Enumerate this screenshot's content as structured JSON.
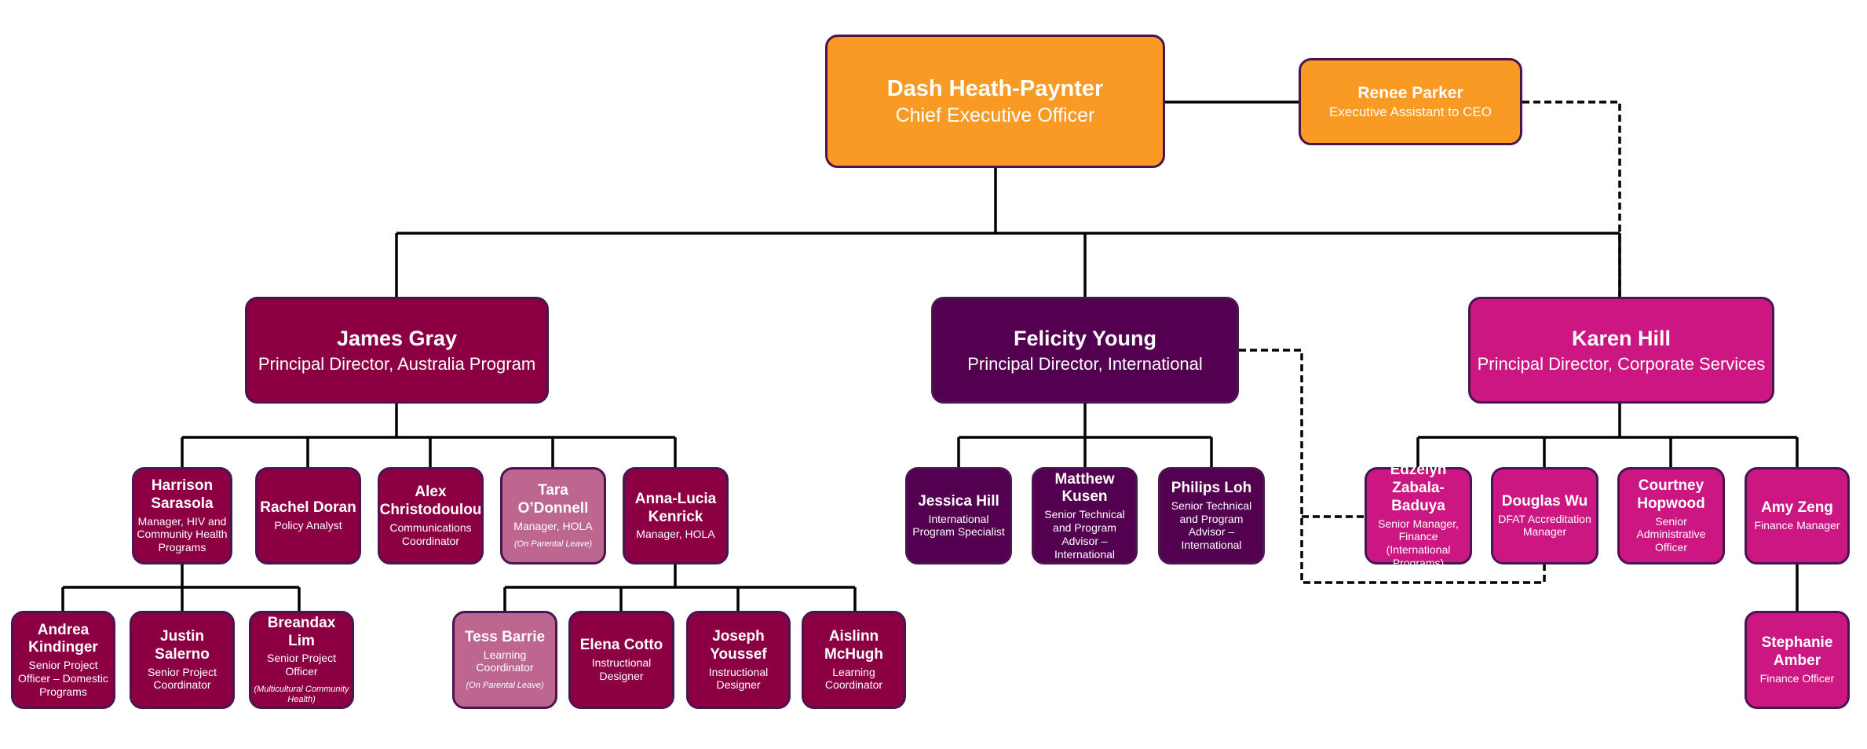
{
  "colors": {
    "ceo": "#f99a25",
    "australia": "#8c0043",
    "on_leave": "#bc6690",
    "international": "#52004f",
    "corporate": "#cc1682",
    "border": "#4a1450"
  },
  "nodes": [
    {
      "id": "ceo",
      "name": "Dash Heath-Paynter",
      "title": "Chief Executive Officer"
    },
    {
      "id": "ea",
      "name": "Renee Parker",
      "title": "Executive Assistant to CEO"
    },
    {
      "id": "james",
      "name": "James Gray",
      "title": "Principal Director, Australia Program"
    },
    {
      "id": "felicity",
      "name": "Felicity Young",
      "title": "Principal Director, International"
    },
    {
      "id": "karen",
      "name": "Karen Hill",
      "title": "Principal Director, Corporate Services"
    },
    {
      "id": "harrison",
      "name": "Harrison Sarasola",
      "title": "Manager, HIV and Community Health Programs"
    },
    {
      "id": "rachel",
      "name": "Rachel Doran",
      "title": "Policy Analyst"
    },
    {
      "id": "alex",
      "name": "Alex Christodoulou",
      "title": "Communications Coordinator"
    },
    {
      "id": "tara",
      "name": "Tara O’Donnell",
      "title": "Manager, HOLA",
      "note": "(On Parental Leave)"
    },
    {
      "id": "anna",
      "name": "Anna-Lucia Kenrick",
      "title": "Manager, HOLA"
    },
    {
      "id": "andrea",
      "name": "Andrea Kindinger",
      "title": "Senior Project Officer – Domestic Programs"
    },
    {
      "id": "justin",
      "name": "Justin Salerno",
      "title": "Senior Project Coordinator"
    },
    {
      "id": "breandax",
      "name": "Breandax Lim",
      "title": "Senior Project Officer",
      "note": "(Multicultural Community Health)"
    },
    {
      "id": "tess",
      "name": "Tess Barrie",
      "title": "Learning Coordinator",
      "note": "(On Parental Leave)"
    },
    {
      "id": "elena",
      "name": "Elena Cotto",
      "title": "Instructional Designer"
    },
    {
      "id": "joseph",
      "name": "Joseph Youssef",
      "title": "Instructional Designer"
    },
    {
      "id": "aislinn",
      "name": "Aislinn McHugh",
      "title": "Learning Coordinator"
    },
    {
      "id": "jessica",
      "name": "Jessica Hill",
      "title": "International Program Specialist"
    },
    {
      "id": "matthew",
      "name": "Matthew Kusen",
      "title": "Senior Technical and Program Advisor – International"
    },
    {
      "id": "philips",
      "name": "Philips Loh",
      "title": "Senior Technical and Program Advisor – International"
    },
    {
      "id": "edzelyn",
      "name": "Edzelyn Zabala-Baduya",
      "title": "Senior Manager, Finance (International Programs)"
    },
    {
      "id": "douglas",
      "name": "Douglas Wu",
      "title": "DFAT Accreditation Manager"
    },
    {
      "id": "courtney",
      "name": "Courtney Hopwood",
      "title": "Senior Administrative Officer"
    },
    {
      "id": "amy",
      "name": "Amy Zeng",
      "title": "Finance Manager"
    },
    {
      "id": "stephanie",
      "name": "Stephanie Amber",
      "title": "Finance Officer"
    }
  ]
}
